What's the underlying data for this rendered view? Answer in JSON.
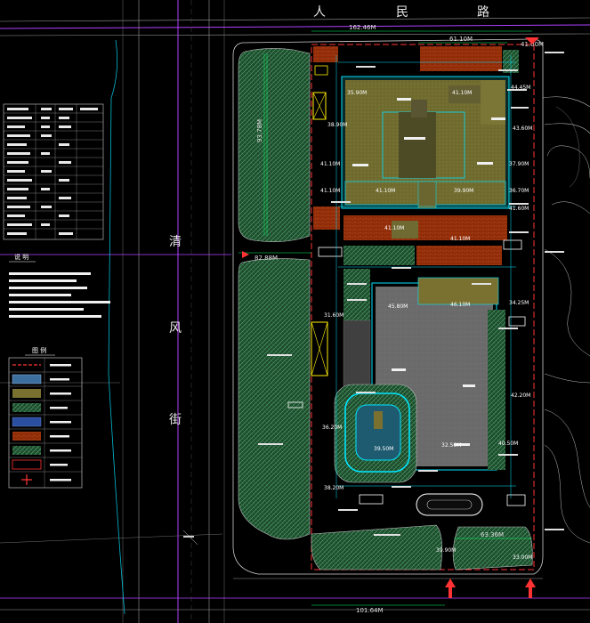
{
  "roads": {
    "north_chars": [
      "人",
      "民",
      "路"
    ],
    "west_chars": [
      "清",
      "风",
      "街"
    ]
  },
  "dimensions": {
    "top_width": "162.46M",
    "bottom_width": "101.64M",
    "left_height": "93.78M",
    "bottom_right": "63.36M",
    "building_a_width": "61.10M",
    "gate_top": "82.88M",
    "right_top": "41.00M"
  },
  "elevations": {
    "e1": "35.90M",
    "e2": "41.10M",
    "e3": "38.90M",
    "e4": "41.10M",
    "e5": "41.10M",
    "e6": "41.10M",
    "e7": "41.10M",
    "e8": "39.90M",
    "e9": "41.10M",
    "e10": "37.90M",
    "e11": "36.70M",
    "e12": "41.60M",
    "e13": "43.60M",
    "e14": "44.45M",
    "e15": "45.80M",
    "e16": "46.10M",
    "e17": "34.25M",
    "e18": "31.60M",
    "e19": "36.20M",
    "e20": "39.50M",
    "e21": "32.50M",
    "e22": "38.20M",
    "e23": "40.50M",
    "e24": "42.20M",
    "e25": "39.90M",
    "e26": "33.00M"
  },
  "panel_titles": {
    "notes": "说 明",
    "legend": "图 例"
  },
  "colors": {
    "boundary": "#ff3333",
    "road_line": "#b040ff",
    "green": "#2e8b57",
    "building": "#7a7030",
    "brick": "#a0300a",
    "cyan": "#00e5ff",
    "yellow": "#ffee00",
    "grid": "#5a5a5a"
  }
}
